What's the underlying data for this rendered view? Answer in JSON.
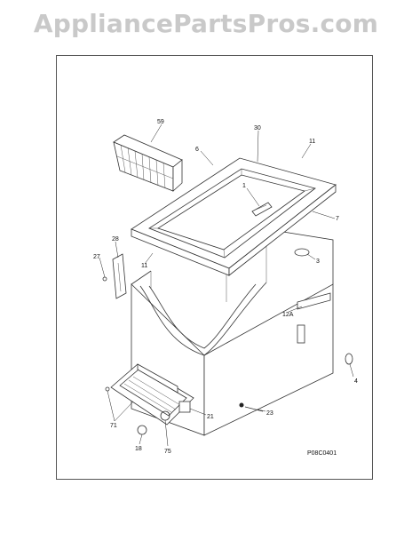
{
  "watermark": "AppliancePartsPros.com",
  "diagram_code": "P08C0401",
  "callouts": {
    "c59": "59",
    "c30": "30",
    "c6": "6",
    "c11a": "11",
    "c1": "1",
    "c7": "7",
    "c28": "28",
    "c27": "27",
    "c11b": "11",
    "c3": "3",
    "c12a": "12A",
    "c4": "4",
    "c21": "21",
    "c23": "23",
    "c71": "71",
    "c18": "18",
    "c75": "75"
  }
}
